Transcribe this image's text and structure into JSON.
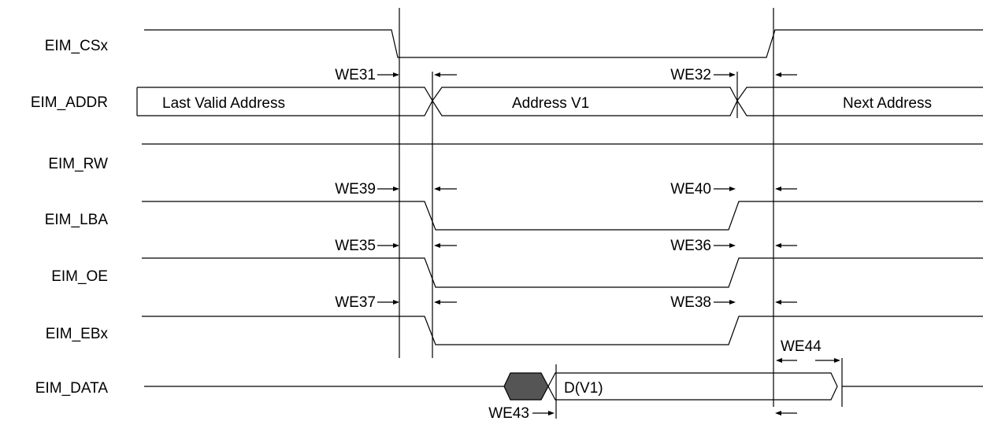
{
  "diagram": {
    "signals": [
      "EIM_CSx",
      "EIM_ADDR",
      "EIM_RW",
      "EIM_LBA",
      "EIM_OE",
      "EIM_EBx",
      "EIM_DATA"
    ],
    "bus_values": {
      "addr_prev": "Last Valid Address",
      "addr_curr": "Address V1",
      "addr_next": "Next Address",
      "data_curr": "D(V1)"
    },
    "timing_labels": {
      "we31": "WE31",
      "we32": "WE32",
      "we39": "WE39",
      "we40": "WE40",
      "we35": "WE35",
      "we36": "WE36",
      "we37": "WE37",
      "we38": "WE38",
      "we43": "WE43",
      "we44": "WE44"
    },
    "colors": {
      "line": "#000000",
      "invalid_data_fill": "#555555"
    }
  }
}
